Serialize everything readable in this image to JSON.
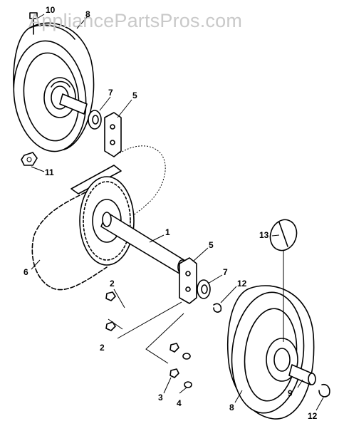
{
  "watermark": {
    "text": "AppliancePartsPros.com"
  },
  "callouts": [
    {
      "id": "c10a",
      "text": "10"
    },
    {
      "id": "c8a",
      "text": "8"
    },
    {
      "id": "c7a",
      "text": "7"
    },
    {
      "id": "c5a",
      "text": "5"
    },
    {
      "id": "c11",
      "text": "11"
    },
    {
      "id": "c1",
      "text": "1"
    },
    {
      "id": "c13",
      "text": "13"
    },
    {
      "id": "c5b",
      "text": "5"
    },
    {
      "id": "c7b",
      "text": "7"
    },
    {
      "id": "c12a",
      "text": "12"
    },
    {
      "id": "c6",
      "text": "6"
    },
    {
      "id": "c2a",
      "text": "2"
    },
    {
      "id": "c2b",
      "text": "2"
    },
    {
      "id": "c3",
      "text": "3"
    },
    {
      "id": "c4",
      "text": "4"
    },
    {
      "id": "c8b",
      "text": "8"
    },
    {
      "id": "c9",
      "text": "9"
    },
    {
      "id": "c12b",
      "text": "12"
    }
  ]
}
